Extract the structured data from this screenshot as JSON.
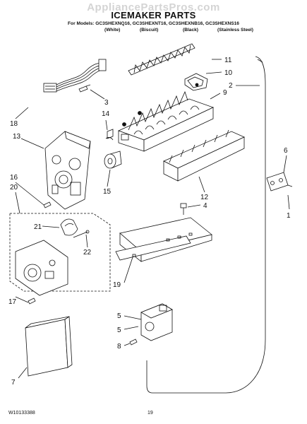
{
  "watermark": "AppliancePartsPros.com",
  "title": "ICEMAKER PARTS",
  "models_line": "For Models: GC3SHEXNQ16, GC3SHEXNT16, GC3SHEXNB16, GC3SHEXNS16",
  "colors": [
    "(White)",
    "(Biscuit)",
    "(Black)",
    "(Stainless Steel)"
  ],
  "callouts": [
    "11",
    "10",
    "2",
    "9",
    "3",
    "14",
    "18",
    "13",
    "6",
    "15",
    "12",
    "5",
    "1",
    "4",
    "16",
    "20",
    "21",
    "22",
    "19",
    "17",
    "5",
    "8",
    "7"
  ],
  "footer": {
    "doc_number": "W10133388",
    "page_number": "19"
  }
}
